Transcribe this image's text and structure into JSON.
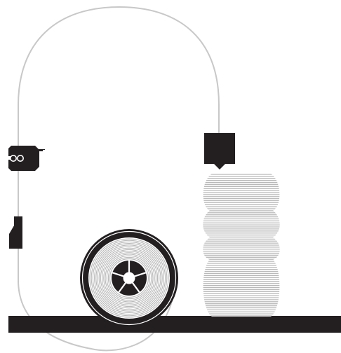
{
  "diagram": {
    "background_color": "#ffffff",
    "ink_color": "#231f20",
    "filament_color": "#c8c8c8",
    "print_stripe_color": "#b9b9b9",
    "components": [
      {
        "name": "filament-path",
        "icon": "filament-line"
      },
      {
        "name": "extruder-drive",
        "icon": "gear-pair-icon"
      },
      {
        "name": "filament-sensor",
        "icon": "sensor-icon"
      },
      {
        "name": "print-head",
        "icon": "hotend-icon"
      },
      {
        "name": "printed-object",
        "icon": "layered-vase"
      },
      {
        "name": "filament-spool",
        "icon": "spool-icon"
      },
      {
        "name": "build-plate",
        "icon": "bed-bar"
      }
    ],
    "print_layer_count": 70
  }
}
